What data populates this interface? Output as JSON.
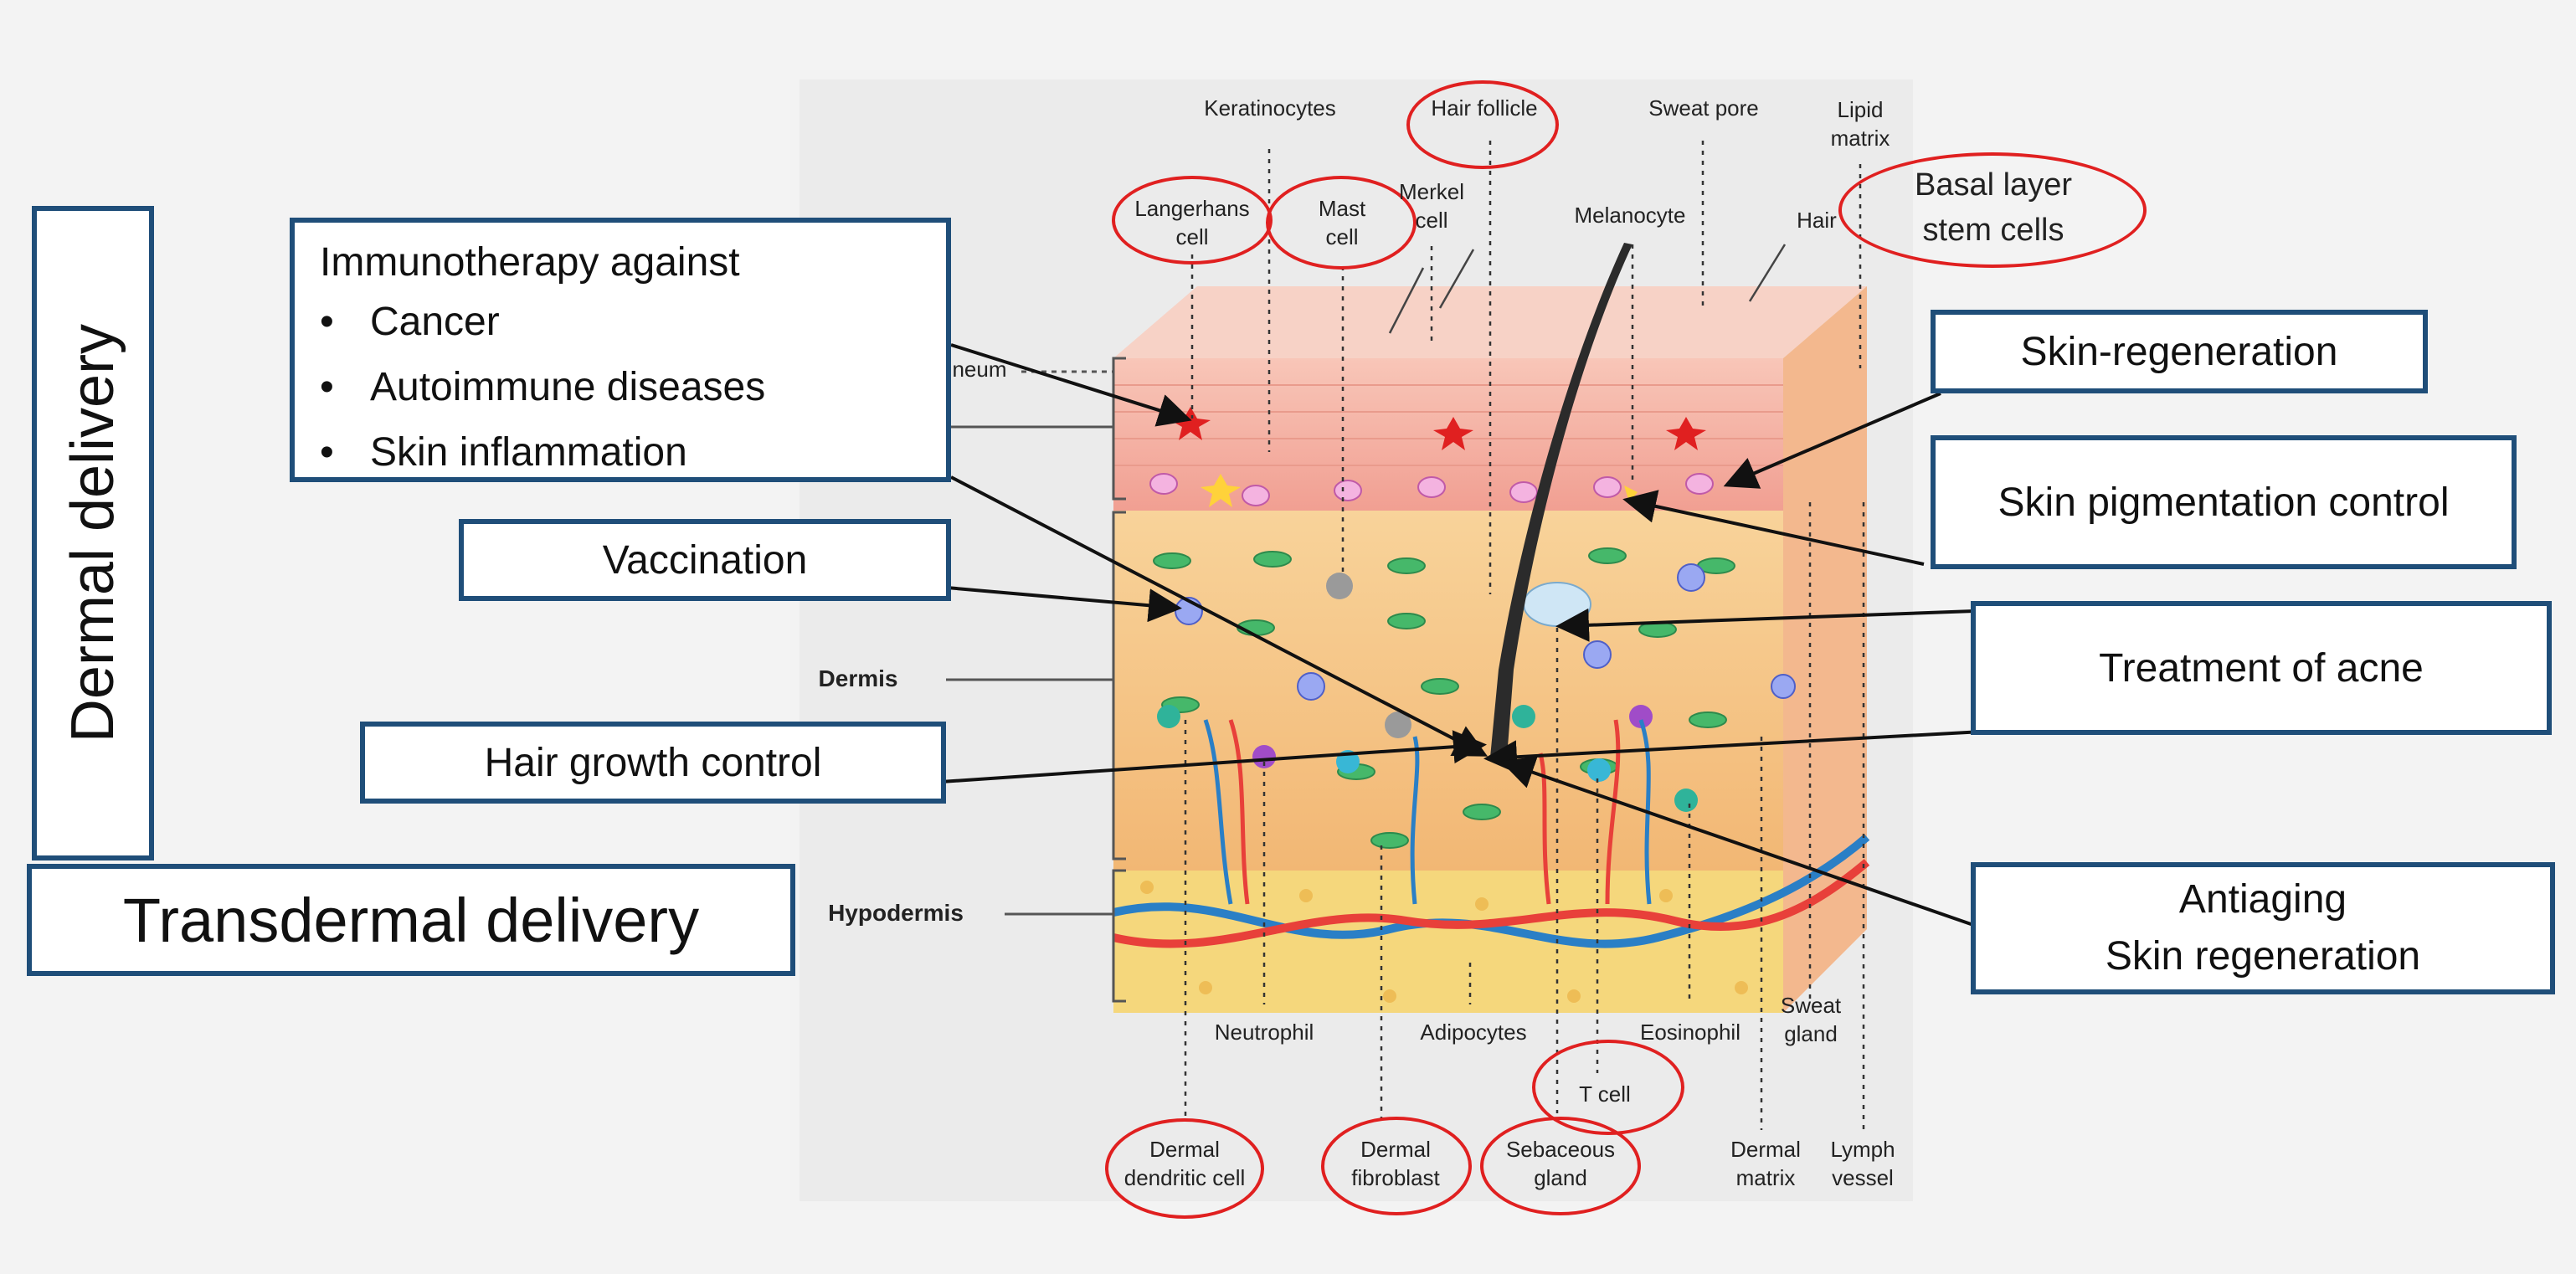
{
  "side_labels": {
    "dermal": "Dermal delivery",
    "transdermal": "Transdermal delivery"
  },
  "boxes": {
    "immunotherapy": {
      "title": "Immunotherapy against",
      "items": [
        "Cancer",
        "Autoimmune diseases",
        "Skin inflammation"
      ]
    },
    "vaccination": "Vaccination",
    "hair_growth": "Hair growth control",
    "skin_regeneration": "Skin-regeneration",
    "pigmentation": "Skin pigmentation control",
    "acne": "Treatment of acne",
    "antiaging": [
      "Antiaging",
      "Skin regeneration"
    ]
  },
  "skin_labels": {
    "keratinocytes": "Keratinocytes",
    "hair_follicle": "Hair follicle",
    "sweat_pore": "Sweat pore",
    "lipid_matrix": [
      "Lipid",
      "matrix"
    ],
    "basal_layer": [
      "Basal layer",
      "stem cells"
    ],
    "langerhans": [
      "Langerhans",
      "cell"
    ],
    "mast_cell": [
      "Mast",
      "cell"
    ],
    "merkel_cell": [
      "Merkel",
      "cell"
    ],
    "melanocyte": "Melanocyte",
    "hair": "Hair",
    "stratum_fragment": "neum",
    "dermis": "Dermis",
    "hypodermis": "Hypodermis",
    "neutrophil": "Neutrophil",
    "adipocytes": "Adipocytes",
    "eosinophil": "Eosinophil",
    "sweat_gland": [
      "Sweat",
      "gland"
    ],
    "t_cell": "T cell",
    "dermal_matrix": [
      "Dermal",
      "matrix"
    ],
    "lymph_vessel": [
      "Lymph",
      "vessel"
    ],
    "dermal_dendritic": [
      "Dermal",
      "dendritic cell"
    ],
    "dermal_fibroblast": [
      "Dermal",
      "fibroblast"
    ],
    "sebaceous_gland": [
      "Sebaceous",
      "gland"
    ]
  },
  "colors": {
    "box_border": "#1f4e79",
    "highlight_oval": "#e02020",
    "epidermis": "#f6b5a8",
    "dermis": "#f7c98a",
    "hypodermis": "#f6d77a",
    "artery": "#e8403a",
    "vein": "#2a7fc6"
  }
}
